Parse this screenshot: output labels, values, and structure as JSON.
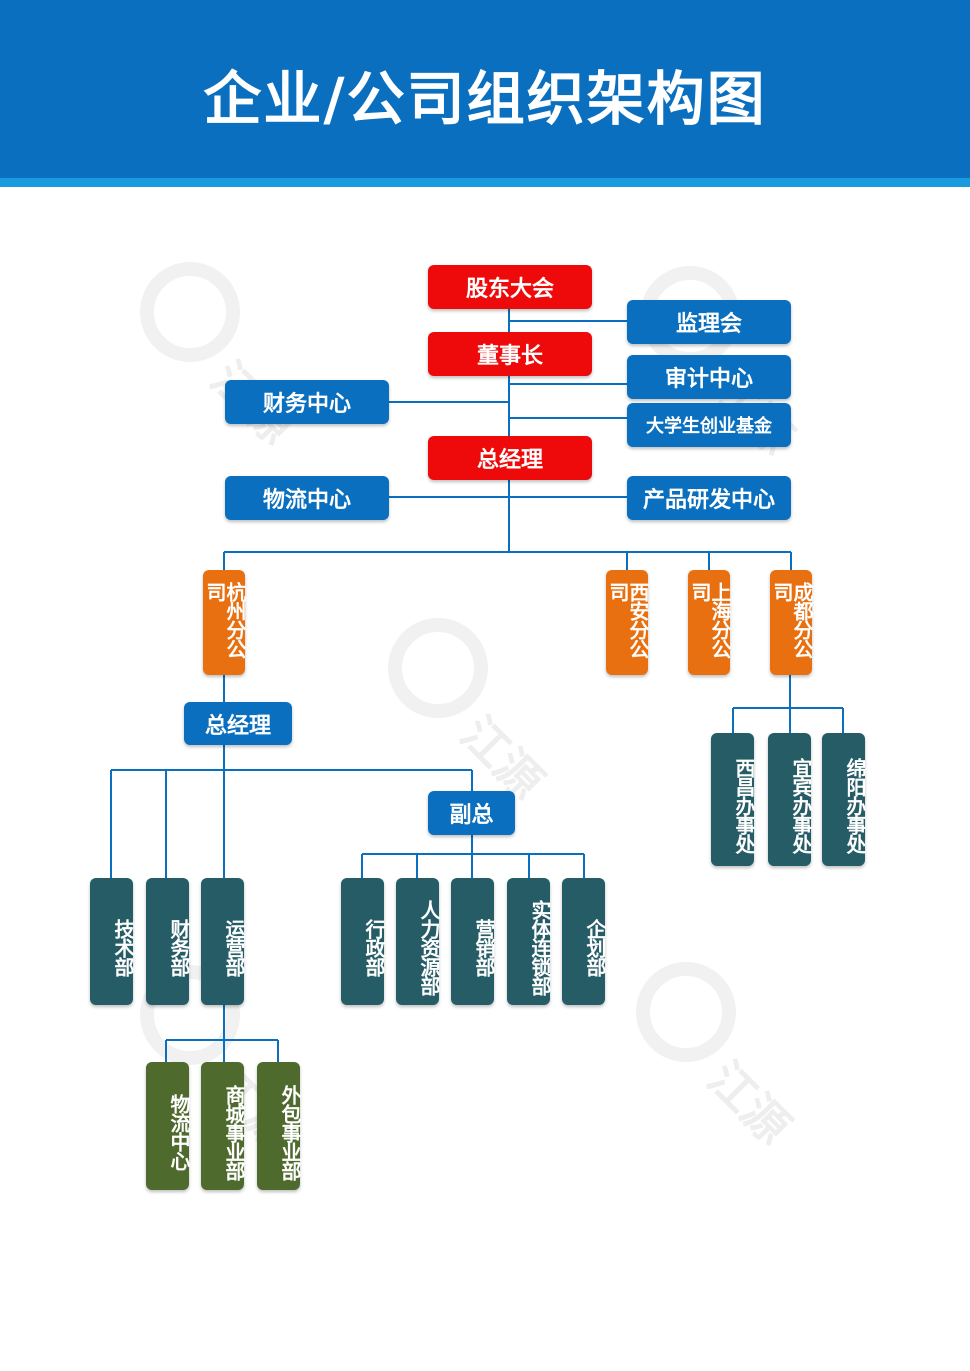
{
  "title": "企业/公司组织架构图",
  "watermark": "江源",
  "colors": {
    "header": "#0a6fbf",
    "leadership": "#ee0a0a",
    "center": "#0a6fbf",
    "branch": "#e87010",
    "department": "#265c66",
    "sub_department": "#4f6a2d"
  },
  "top": {
    "shareholders": "股东大会",
    "supervisory_board": "监理会",
    "chairman": "董事长",
    "audit_center": "审计中心",
    "finance_center": "财务中心",
    "student_fund": "大学生创业基金",
    "general_manager": "总经理",
    "logistics_center": "物流中心",
    "rd_center": "产品研发中心"
  },
  "branches": {
    "hangzhou": "杭州分公司",
    "xian": "西安分公司",
    "shanghai": "上海分公司",
    "chengdu": "成都分公司"
  },
  "hangzhou": {
    "general_manager": "总经理",
    "deputy": "副总",
    "departments_left": [
      "技术部",
      "财务部",
      "运营部"
    ],
    "departments_right": [
      "行政部",
      "人力资源部",
      "营销部",
      "实体连锁部",
      "企划部"
    ],
    "operations_units": [
      "物流中心",
      "商城事业部",
      "外包事业部"
    ]
  },
  "chengdu_offices": [
    "西昌办事处",
    "宜宾办事处",
    "绵阳办事处"
  ]
}
